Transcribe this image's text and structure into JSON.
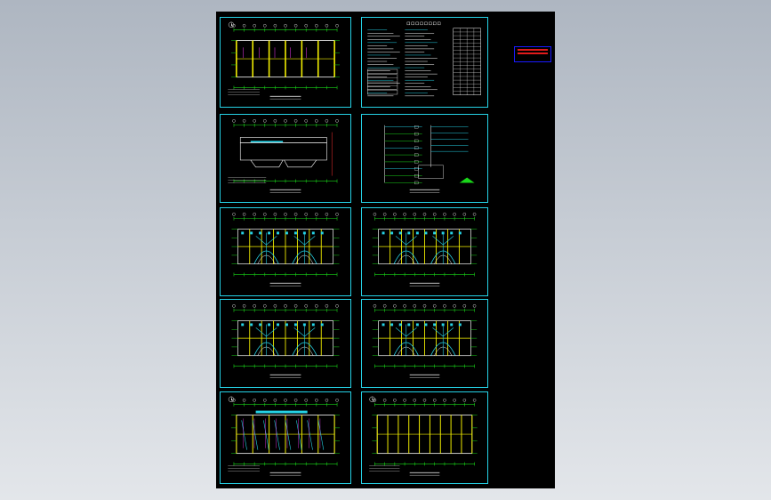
{
  "viewer": {
    "background_top": "#aeb6c1",
    "background_bottom": "#e3e6ea"
  },
  "sheet": {
    "background": "#000000",
    "frame_color": "#25d2e6",
    "sheets": [
      {
        "kind": "plan-axis"
      },
      {
        "kind": "notes-tables"
      },
      {
        "kind": "roof-elevation"
      },
      {
        "kind": "system-diagram"
      },
      {
        "kind": "floor-plan"
      },
      {
        "kind": "floor-plan"
      },
      {
        "kind": "floor-plan"
      },
      {
        "kind": "floor-plan"
      },
      {
        "kind": "plan-axis-b"
      },
      {
        "kind": "plan-axis-c"
      }
    ]
  },
  "stamp": {
    "border_color": "#1a1aff",
    "text_color": "#e01b1b"
  },
  "icons": {
    "north_arrow": "north-arrow-icon"
  }
}
